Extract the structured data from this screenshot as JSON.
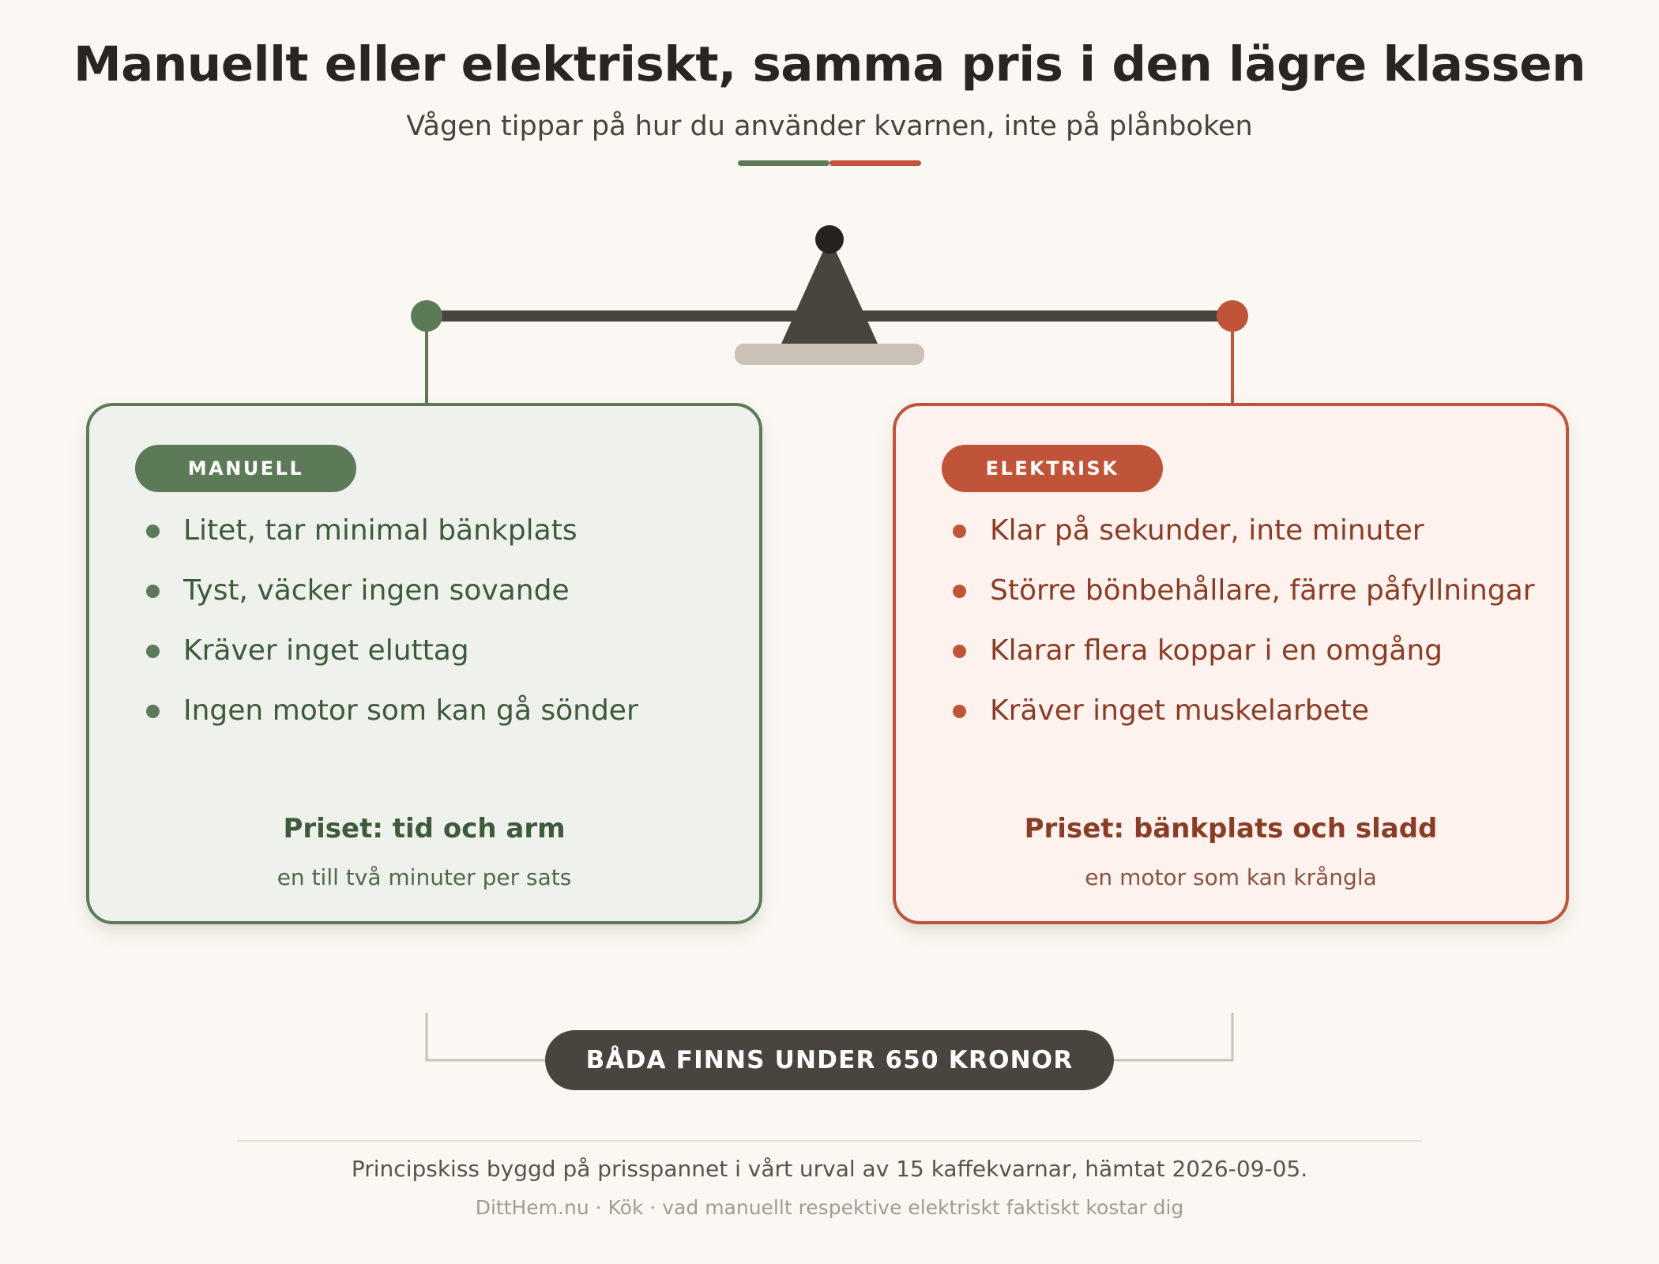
{
  "header": {
    "title": "Manuellt eller elektriskt, samma pris i den lägre klassen",
    "subtitle": "Vågen tippar på hur du använder kvarnen, inte på plånboken"
  },
  "colors": {
    "manual": "#5c7a58",
    "electric": "#bf5438",
    "beam": "#4a443f",
    "base": "#cbc1b6",
    "background": "#fbf8f3"
  },
  "cards": {
    "manual": {
      "label": "MANUELL",
      "items": [
        "Litet, tar minimal bänkplats",
        "Tyst, väcker ingen sovande",
        "Kräver inget eluttag",
        "Ingen motor som kan gå sönder"
      ],
      "price_title": "Priset: tid och arm",
      "price_sub": "en till två minuter per sats"
    },
    "electric": {
      "label": "ELEKTRISK",
      "items": [
        "Klar på sekunder, inte minuter",
        "Större bönbehållare, färre påfyllningar",
        "Klarar flera koppar i en omgång",
        "Kräver inget muskelarbete"
      ],
      "price_title": "Priset: bänkplats och sladd",
      "price_sub": "en motor som kan krångla"
    }
  },
  "banner": {
    "text": "BÅDA FINNS UNDER 650 KRONOR"
  },
  "footer": {
    "note": "Principskiss byggd på prisspannet i vårt urval av 15 kaffekvarnar, hämtat 2026-09-05.",
    "credit": "DittHem.nu · Kök · vad manuellt respektive elektriskt faktiskt kostar dig"
  }
}
